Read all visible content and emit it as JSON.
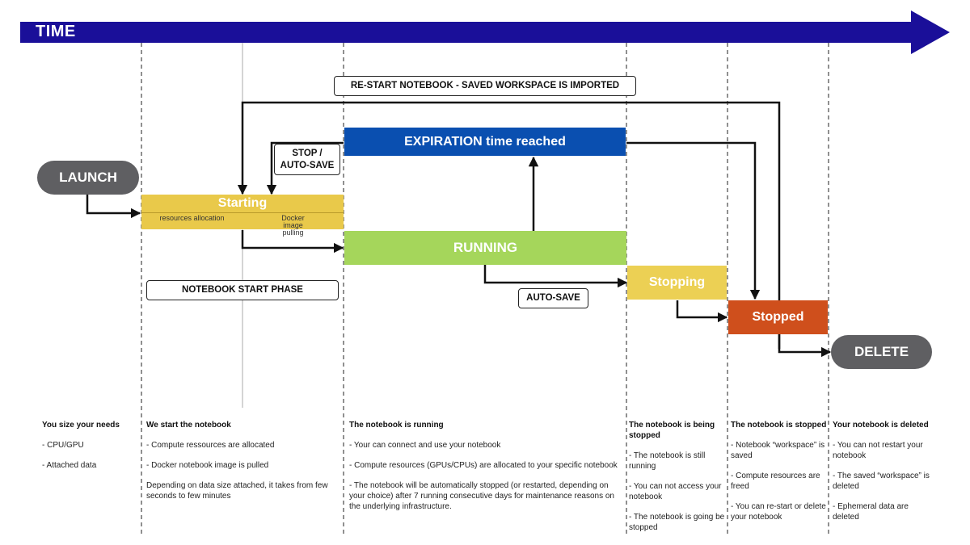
{
  "time_label": "TIME",
  "nodes": {
    "launch": "LAUNCH",
    "delete": "DELETE",
    "starting": "Starting",
    "starting_sub_left": "resources allocation",
    "starting_sub_right": "Docker image pulling",
    "running": "RUNNING",
    "expiration": "EXPIRATION time reached",
    "stopping": "Stopping",
    "stopped": "Stopped"
  },
  "tags": {
    "restart": "RE-START NOTEBOOK - SAVED WORKSPACE IS IMPORTED",
    "stop_autosave_line1": "STOP /",
    "stop_autosave_line2": "AUTO-SAVE",
    "start_phase": "NOTEBOOK START PHASE",
    "autosave": "AUTO-SAVE"
  },
  "columns": [
    {
      "header": "You size your needs",
      "lines": [
        "- CPU/GPU",
        "- Attached data"
      ]
    },
    {
      "header": "We start the notebook",
      "lines": [
        "- Compute ressources are allocated",
        "- Docker notebook image is pulled",
        "Depending on data size attached, it takes from few seconds to few minutes"
      ]
    },
    {
      "header": "The notebook is running",
      "lines": [
        "- Your can connect and use your notebook",
        "- Compute resources (GPUs/CPUs) are allocated to your specific notebook",
        "- The notebook will be automatically stopped (or restarted, depending on your choice) after 7 running consecutive days for maintenance reasons on the underlying infrastructure."
      ]
    },
    {
      "header": "The notebook is being stopped",
      "lines": [
        "- The notebook is still running",
        "- You can not access your notebook",
        "- The notebook is going be stopped"
      ]
    },
    {
      "header": "The notebook is stopped",
      "lines": [
        "- Notebook “workspace” is saved",
        "- Compute resources are freed",
        "- You can re-start or delete your notebook"
      ]
    },
    {
      "header": "Your notebook is deleted",
      "lines": [
        "- You can not restart your notebook",
        "- The saved “workspace” is deleted",
        "- Ephemeral data are deleted"
      ]
    }
  ],
  "colors": {
    "time_bar": "#1a0f99",
    "launch_delete": "#5f5f62",
    "starting": "#e9c94a",
    "running": "#a5d65b",
    "expiration": "#0a4fb0",
    "stopping": "#ecd054",
    "stopped": "#cf4f1c"
  }
}
